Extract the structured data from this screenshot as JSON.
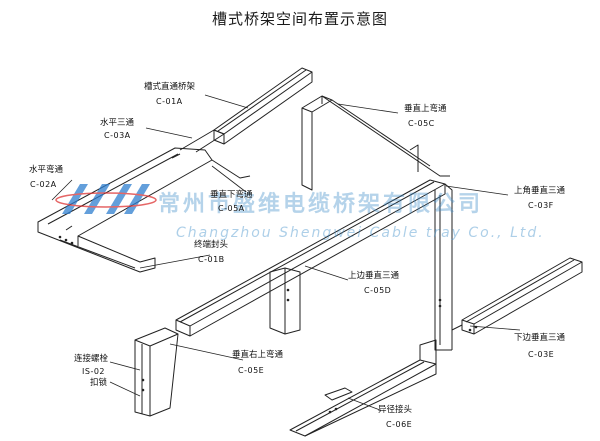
{
  "title": "槽式桥架空间布置示意图",
  "watermark": {
    "company_cn": "常州市盛维电缆桥架有限公司",
    "company_en": "Changzhou Shengwei Cable tray Co., Ltd."
  },
  "labels": {
    "c01a": {
      "name": "槽式直通桥架",
      "code": "C-01A"
    },
    "c03a": {
      "name": "水平三通",
      "code": "C-03A"
    },
    "c02a": {
      "name": "水平弯通",
      "code": "C-02A"
    },
    "c05a": {
      "name": "垂直下弯通",
      "code": "C-05A"
    },
    "c01b": {
      "name": "终端封头",
      "code": "C-01B"
    },
    "c05c": {
      "name": "垂直上弯通",
      "code": "C-05C"
    },
    "c03f": {
      "name": "上角垂直三通",
      "code": "C-03F"
    },
    "c05d": {
      "name": "上边垂直三通",
      "code": "C-05D"
    },
    "c03e": {
      "name": "下边垂直三通",
      "code": "C-03E"
    },
    "c05e": {
      "name": "垂直右上弯通",
      "code": "C-05E"
    },
    "is02": {
      "name": "连接螺栓",
      "code": "IS-02"
    },
    "clip": {
      "name": "扣锁",
      "code": ""
    },
    "c06e": {
      "name": "异径接头",
      "code": "C-06E"
    }
  },
  "colors": {
    "line": "#222222",
    "watermark": "#3c8cc8",
    "logo_blue": "#2f7fd0"
  }
}
